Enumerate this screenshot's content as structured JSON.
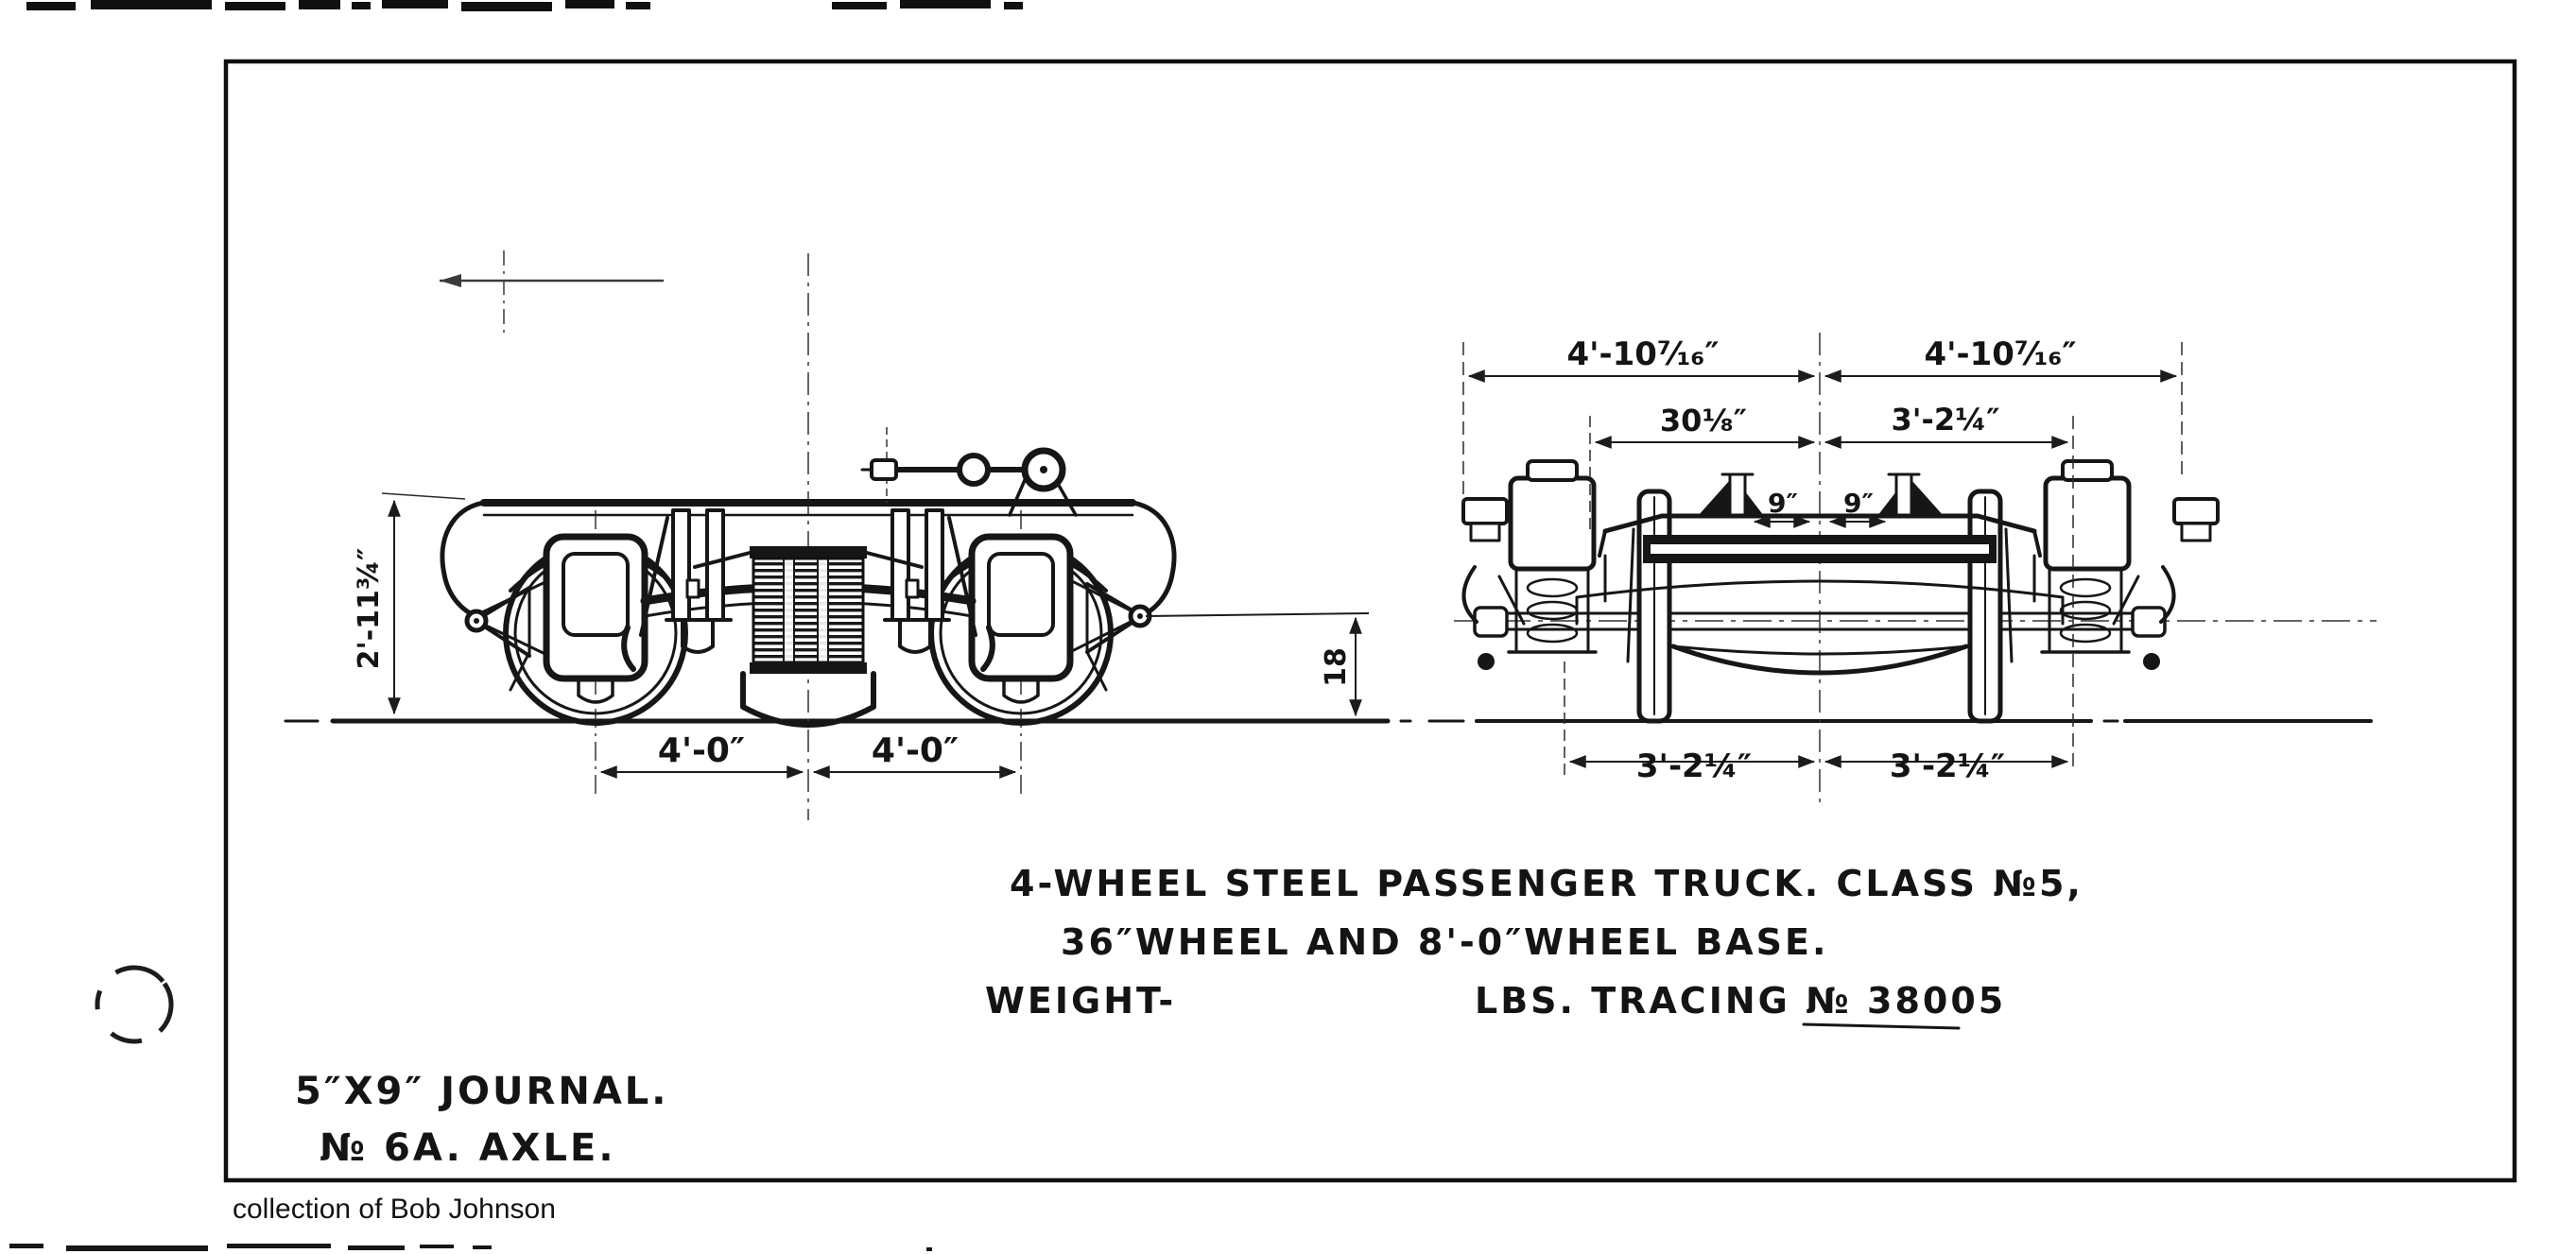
{
  "page": {
    "caption": "collection of Bob Johnson"
  },
  "title_block": {
    "line1": "4-WHEEL STEEL PASSENGER TRUCK. CLASS №5,",
    "line2": "36″WHEEL AND 8'-0″WHEEL BASE.",
    "line3_weight": "WEIGHT-",
    "line3_rest": "LBS. TRACING № 38005"
  },
  "journal_note": {
    "line1": "5″X9″ JOURNAL.",
    "line2": "№ 6A. AXLE."
  },
  "dimensions": {
    "side_view": {
      "height": "2'-11¾″",
      "wheelbase_left": "4'-0″",
      "wheelbase_right": "4'-0″",
      "axle_height": "18"
    },
    "end_view": {
      "overall_left": "4'-10⁷⁄₁₆″",
      "overall_right": "4'-10⁷⁄₁₆″",
      "spring_spacing": "30¹⁄₈″",
      "upper_right": "3'-2¼″",
      "seat_left": "9″",
      "seat_right": "9″",
      "lower_left": "3'-2¼″",
      "lower_right": "3'-2¼″"
    }
  },
  "colors": {
    "ink": "#161616",
    "paper": "#ffffff"
  }
}
